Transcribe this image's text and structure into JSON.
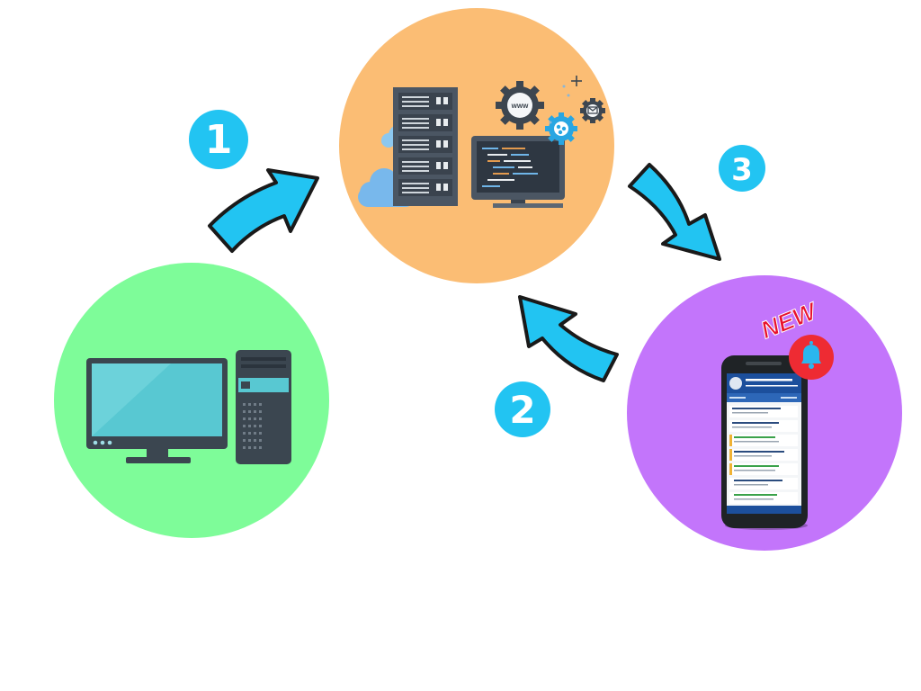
{
  "colors": {
    "server_circle": "#fbbd74",
    "desktop_circle": "#7efc99",
    "phone_circle": "#c375fb",
    "arrow_fill": "#22c4f2",
    "arrow_stroke": "#1a1a1a",
    "badge_fill": "#22c4f2",
    "new_label": "#e8112d"
  },
  "nodes": {
    "server": {
      "icon": "server-computer-icon"
    },
    "desktop": {
      "icon": "desktop-computer-icon"
    },
    "phone": {
      "icon": "smartphone-icon",
      "badge": "NEW"
    }
  },
  "steps": [
    {
      "number": "1",
      "from": "desktop",
      "to": "server"
    },
    {
      "number": "2",
      "from": "phone",
      "to": "server"
    },
    {
      "number": "3",
      "from": "server",
      "to": "phone"
    }
  ],
  "server_screen": {
    "www_label": "www"
  }
}
